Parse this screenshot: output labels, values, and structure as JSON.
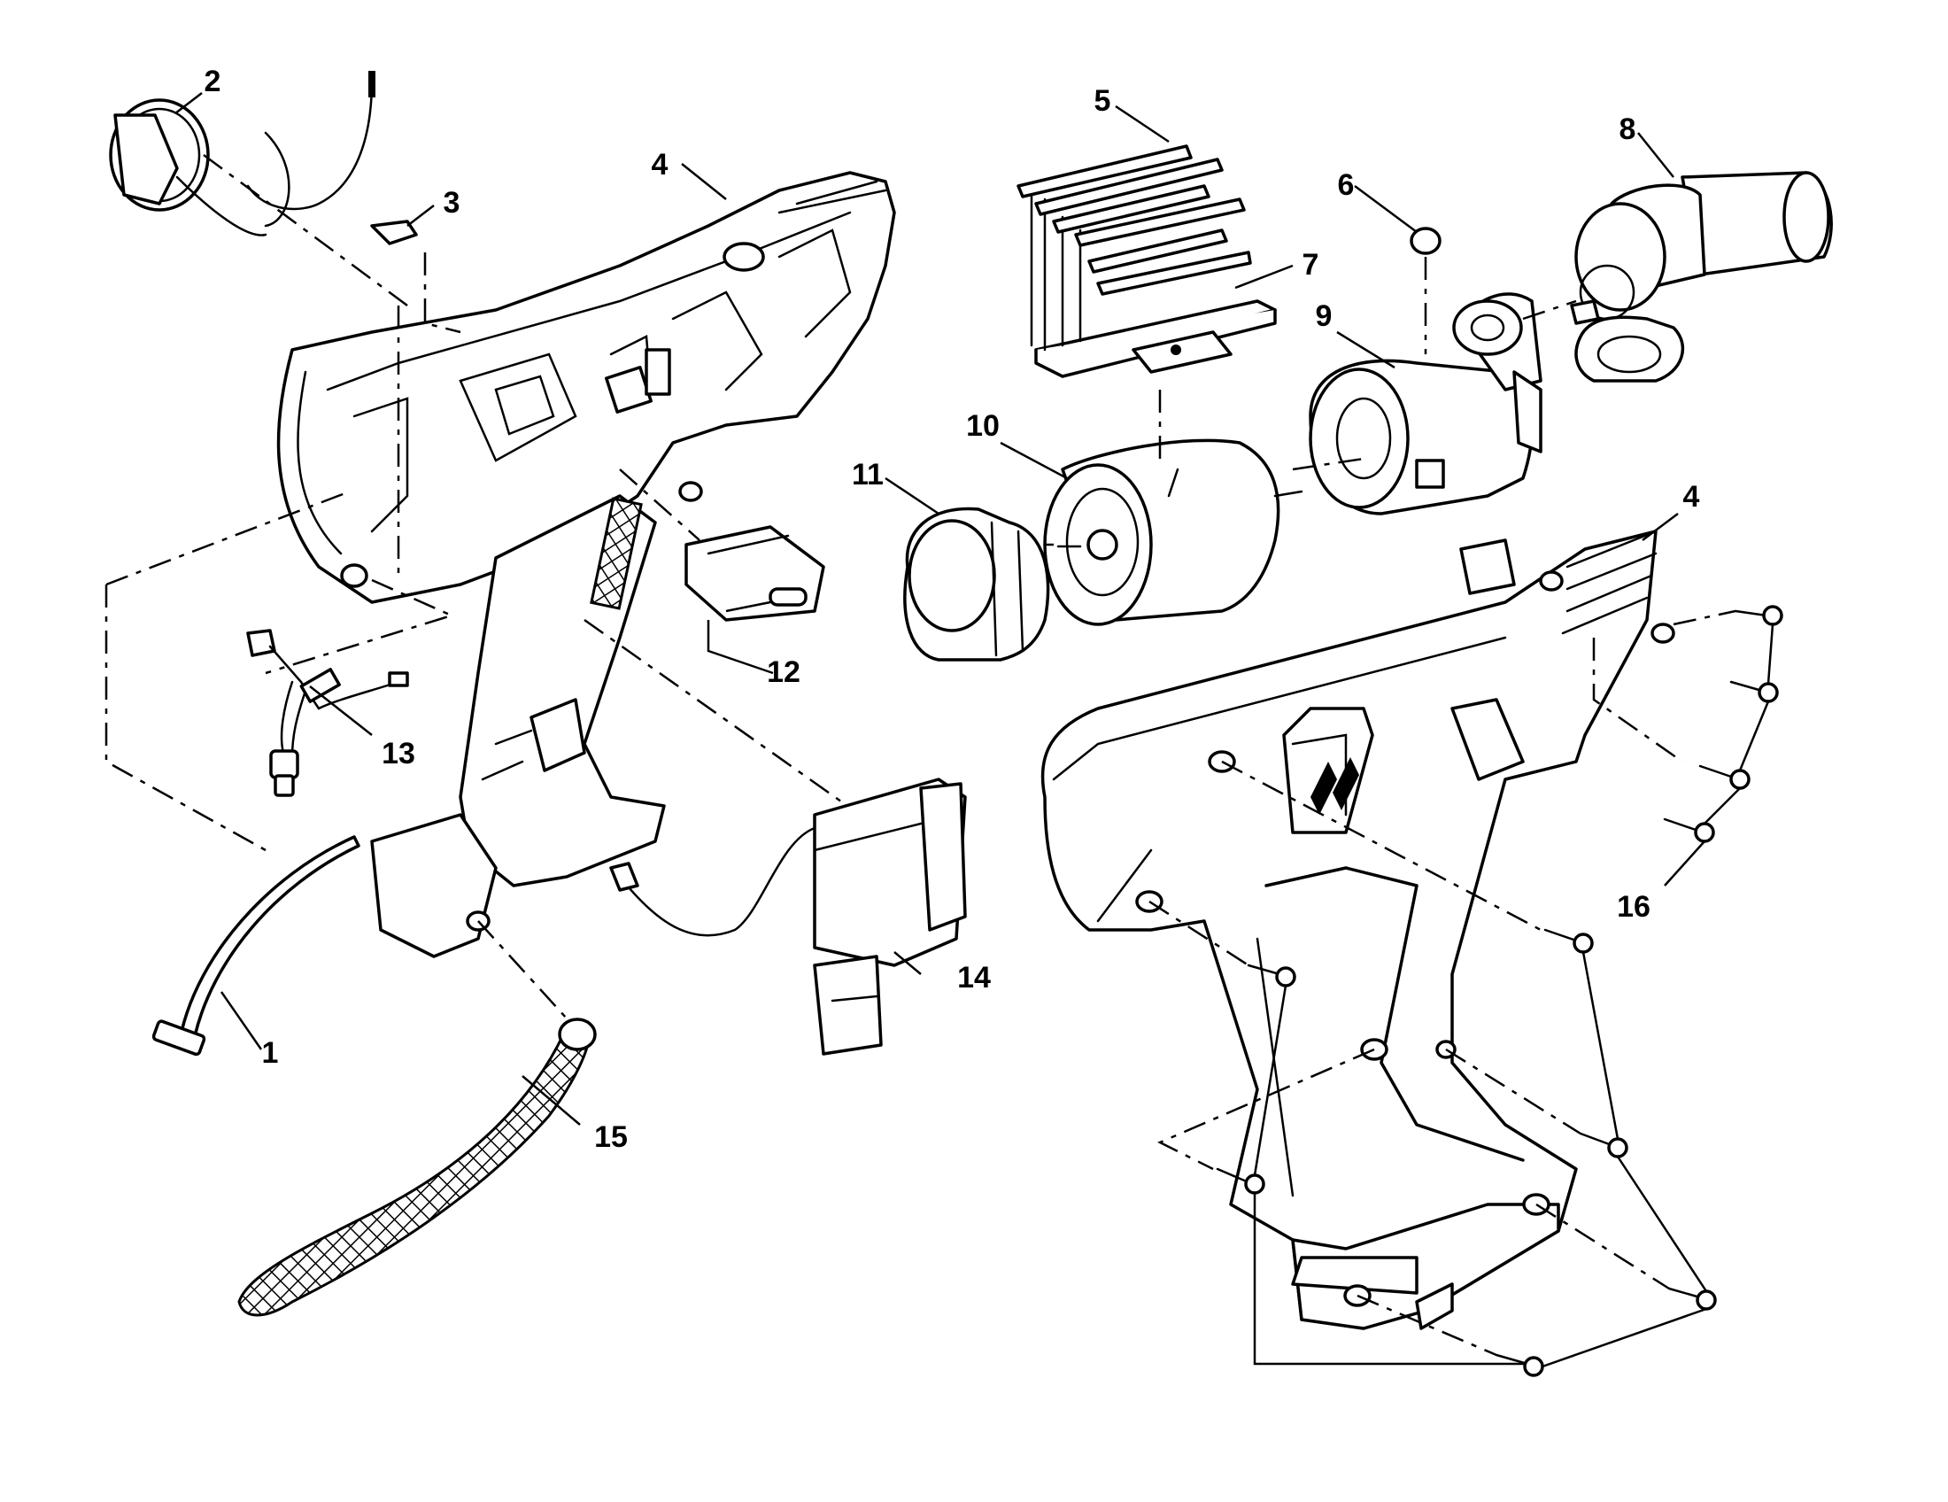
{
  "diagram": {
    "callouts": [
      {
        "id": "c1",
        "text": "1"
      },
      {
        "id": "c2",
        "text": "2"
      },
      {
        "id": "c3",
        "text": "3"
      },
      {
        "id": "c4a",
        "text": "4"
      },
      {
        "id": "c4b",
        "text": "4"
      },
      {
        "id": "c5",
        "text": "5"
      },
      {
        "id": "c6",
        "text": "6"
      },
      {
        "id": "c7",
        "text": "7"
      },
      {
        "id": "c8",
        "text": "8"
      },
      {
        "id": "c9",
        "text": "9"
      },
      {
        "id": "c10",
        "text": "10"
      },
      {
        "id": "c11",
        "text": "11"
      },
      {
        "id": "c12",
        "text": "12"
      },
      {
        "id": "c13",
        "text": "13"
      },
      {
        "id": "c14",
        "text": "14"
      },
      {
        "id": "c15",
        "text": "15"
      },
      {
        "id": "c16",
        "text": "16"
      }
    ],
    "colors": {
      "ink": "#000000",
      "paper": "#ffffff"
    }
  }
}
